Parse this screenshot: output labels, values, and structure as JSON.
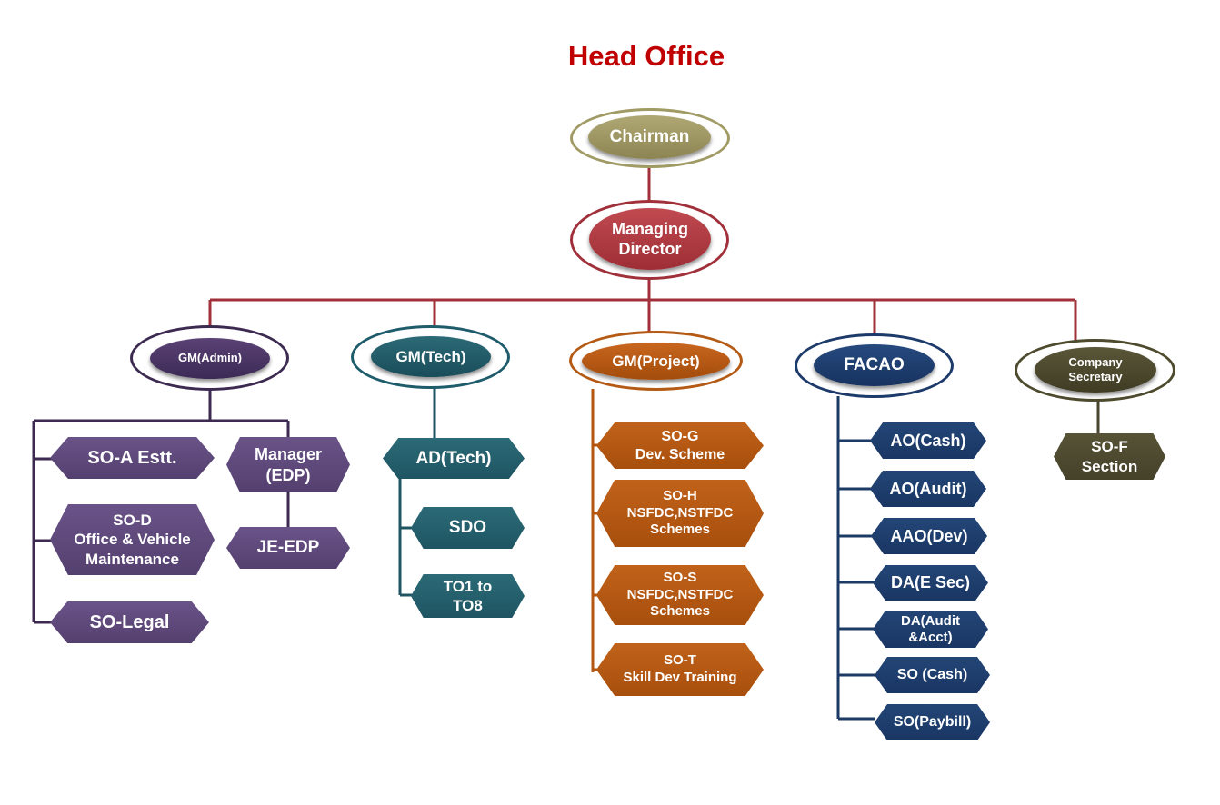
{
  "title": "Head Office",
  "top": {
    "chairman": "Chairman",
    "md": "Managing Director"
  },
  "gm": {
    "admin": "GM(Admin)",
    "tech": "GM(Tech)",
    "project": "GM(Project)",
    "facao": "FACAO",
    "cs": "Company Secretary"
  },
  "admin": {
    "soa": "SO-A Estt.",
    "sod_1": "SO-D",
    "sod_2": "Office & Vehicle",
    "sod_3": "Maintenance",
    "legal": "SO-Legal",
    "mgr_1": "Manager",
    "mgr_2": "(EDP)",
    "je": "JE-EDP"
  },
  "tech": {
    "ad": "AD(Tech)",
    "sdo": "SDO",
    "to_1": "TO1 to",
    "to_2": "TO8"
  },
  "project": {
    "sog_1": "SO-G",
    "sog_2": "Dev. Scheme",
    "soh_1": "SO-H",
    "soh_2": "NSFDC,NSTFDC",
    "soh_3": "Schemes",
    "sos_1": "SO-S",
    "sos_2": "NSFDC,NSTFDC",
    "sos_3": "Schemes",
    "sot_1": "SO-T",
    "sot_2": "Skill Dev Training"
  },
  "facao": {
    "ao_cash": "AO(Cash)",
    "ao_audit": "AO(Audit)",
    "aao_dev": "AAO(Dev)",
    "da_esec": "DA(E Sec)",
    "da_audit_1": "DA(Audit",
    "da_audit_2": "&Acct)",
    "so_cash": "SO (Cash)",
    "so_paybill": "SO(Paybill)"
  },
  "cs": {
    "sof_1": "SO-F",
    "sof_2": "Section"
  },
  "colors": {
    "title": "#c00000",
    "admin": "#5b437a",
    "tech": "#255e6a",
    "project": "#b4560f",
    "facao": "#1c3a66",
    "cs": "#4a4630"
  }
}
